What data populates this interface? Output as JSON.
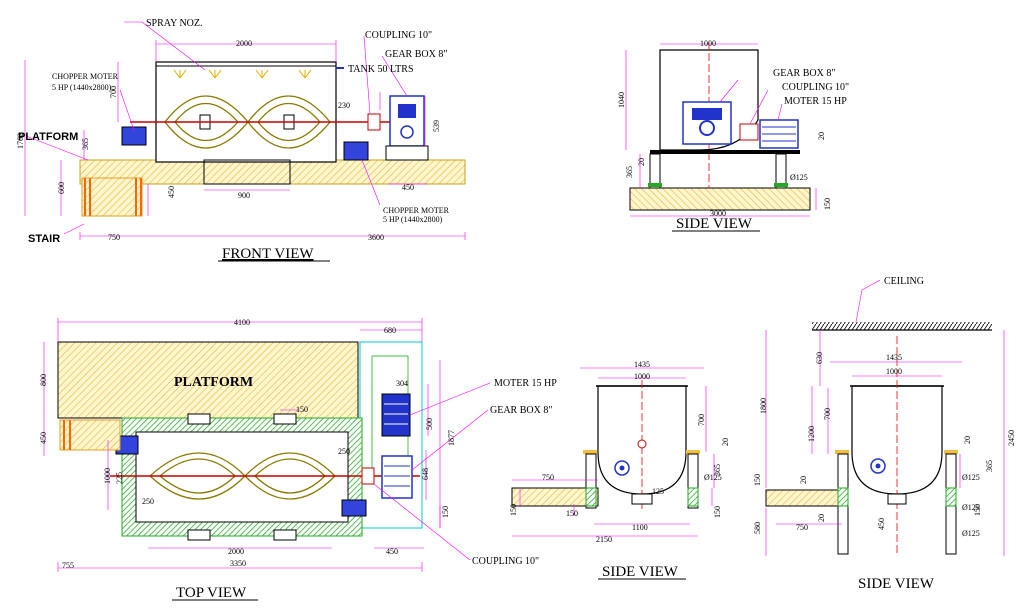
{
  "views": {
    "front": {
      "title": "FRONT VIEW",
      "spray": "SPRAY NOZ.",
      "coupling": "COUPLING 10\"",
      "gearbox": "GEAR BOX 8\"",
      "tank": "TANK 50 LTRS",
      "chopper1a": "CHOPPER MOTER",
      "chopper1b": "5 HP (1440x2800)",
      "chopper2a": "CHOPPER MOTER",
      "chopper2b": "5 HP (1440x2800)",
      "platform": "PLATFORM",
      "stair": "STAIR",
      "d2000": "2000",
      "d700": "700",
      "d230": "230",
      "d539": "539",
      "d1762": "1762",
      "d365": "365",
      "d900": "900",
      "d450a": "450",
      "d450b": "450",
      "d600": "600",
      "d750": "750",
      "d3600": "3600"
    },
    "side1": {
      "title": "SIDE VIEW",
      "gearbox": "GEAR BOX 8\"",
      "coupling": "COUPLING 10\"",
      "motor": "MOTER 15 HP",
      "d1000": "1000",
      "d1040": "1040",
      "d20a": "20",
      "d20b": "20",
      "d365": "365",
      "d125": "Ø125",
      "d3000": "3000",
      "d150": "150"
    },
    "top": {
      "title": "TOP VIEW",
      "platform": "PLATFORM",
      "motor": "MOTER 15 HP",
      "gearbox": "GEAR BOX 8\"",
      "coupling": "COUPLING 10\"",
      "d4100": "4100",
      "d680": "680",
      "d304": "304",
      "d800": "800",
      "d150": "150",
      "d450": "450",
      "d1000": "1000",
      "d225": "225",
      "d250a": "250",
      "d250b": "250",
      "d500": "500",
      "d1877": "1877",
      "d648": "648",
      "d2000": "2000",
      "d450b": "450",
      "d150b": "150",
      "d755": "755",
      "d3350": "3350"
    },
    "side2": {
      "title": "SIDE VIEW",
      "d1435": "1435",
      "d1000": "1000",
      "d700": "700",
      "d20": "20",
      "d365": "365",
      "d750": "750",
      "d150a": "150",
      "d150b": "150",
      "d150c": "150",
      "d125": "Ø125",
      "d1100": "1100",
      "d2150": "2150",
      "d125b": "125"
    },
    "side3": {
      "title": "SIDE VIEW",
      "ceiling": "CEILING",
      "d1435": "1435",
      "d1000": "1000",
      "d630": "630",
      "d1800": "1800",
      "d1200": "1200",
      "d700": "700",
      "d2450": "2450",
      "d20a": "20",
      "d20b": "20",
      "d20c": "20",
      "d365": "365",
      "d125a": "Ø125",
      "d125b": "Ø125",
      "d125c": "Ø125",
      "d150a": "150",
      "d150b": "150",
      "d580": "580",
      "d750": "750",
      "d450": "450"
    }
  },
  "colors": {
    "dimension": "#ff00ff",
    "platform_fill": "#ffe8a0",
    "hatch": "#f0c040",
    "centerline": "#ff0000",
    "motor": "#2233cc",
    "cyan": "#00cccc",
    "green": "#22aa22",
    "blade": "#998800"
  }
}
